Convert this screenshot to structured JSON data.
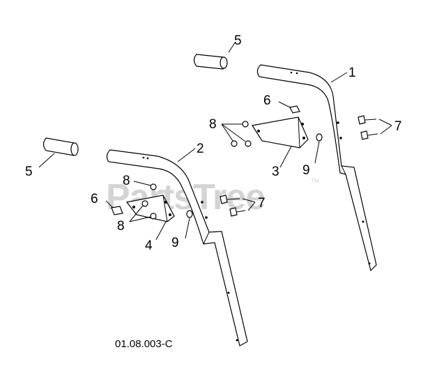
{
  "diagram": {
    "watermark": "PartsTree",
    "watermark_mark": "TM",
    "drawing_code": "01.08.003-C",
    "callouts": {
      "part1": "1",
      "part2": "2",
      "part3": "3",
      "part4": "4",
      "part5_top": "5",
      "part5_left": "5",
      "part6_right": "6",
      "part6_left": "6",
      "part7_right": "7",
      "part7_left": "7",
      "part8_right": "8",
      "part8_left_top": "8",
      "part8_left_bottom": "8",
      "part9_right": "9",
      "part9_left": "9"
    }
  },
  "colors": {
    "line": "#000000",
    "watermark": "#d4d4d4",
    "background": "#ffffff"
  }
}
